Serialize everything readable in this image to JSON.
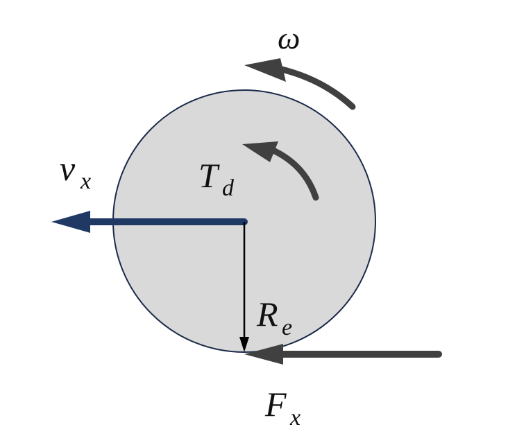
{
  "labels": {
    "omega": "ω",
    "vx_main": "v",
    "vx_sub": "x",
    "td_main": "T",
    "td_sub": "d",
    "re_main": "R",
    "re_sub": "e",
    "fx_main": "F",
    "fx_sub": "x"
  },
  "colors": {
    "wheel_fill": "#d9d9d9",
    "wheel_stroke": "#1c2a4a",
    "velocity_arrow": "#1f3864",
    "dark_arrow": "#404040",
    "radius_line": "#000000"
  }
}
